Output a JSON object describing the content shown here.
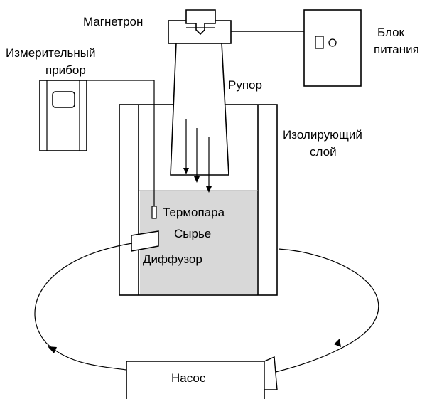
{
  "labels": {
    "magnetron": "Магнетрон",
    "power_supply_line1": "Блок",
    "power_supply_line2": "питания",
    "meter_line1": "Измерительный",
    "meter_line2": "прибор",
    "horn": "Рупор",
    "insulating_layer_line1": "Изолирующий",
    "insulating_layer_line2": "слой",
    "thermocouple": "Термопара",
    "raw_material": "Сырье",
    "diffuser": "Диффузор",
    "pump": "Насос"
  },
  "colors": {
    "raw_material_fill": "#d8d8d8",
    "line": "#000000",
    "background": "#ffffff"
  }
}
